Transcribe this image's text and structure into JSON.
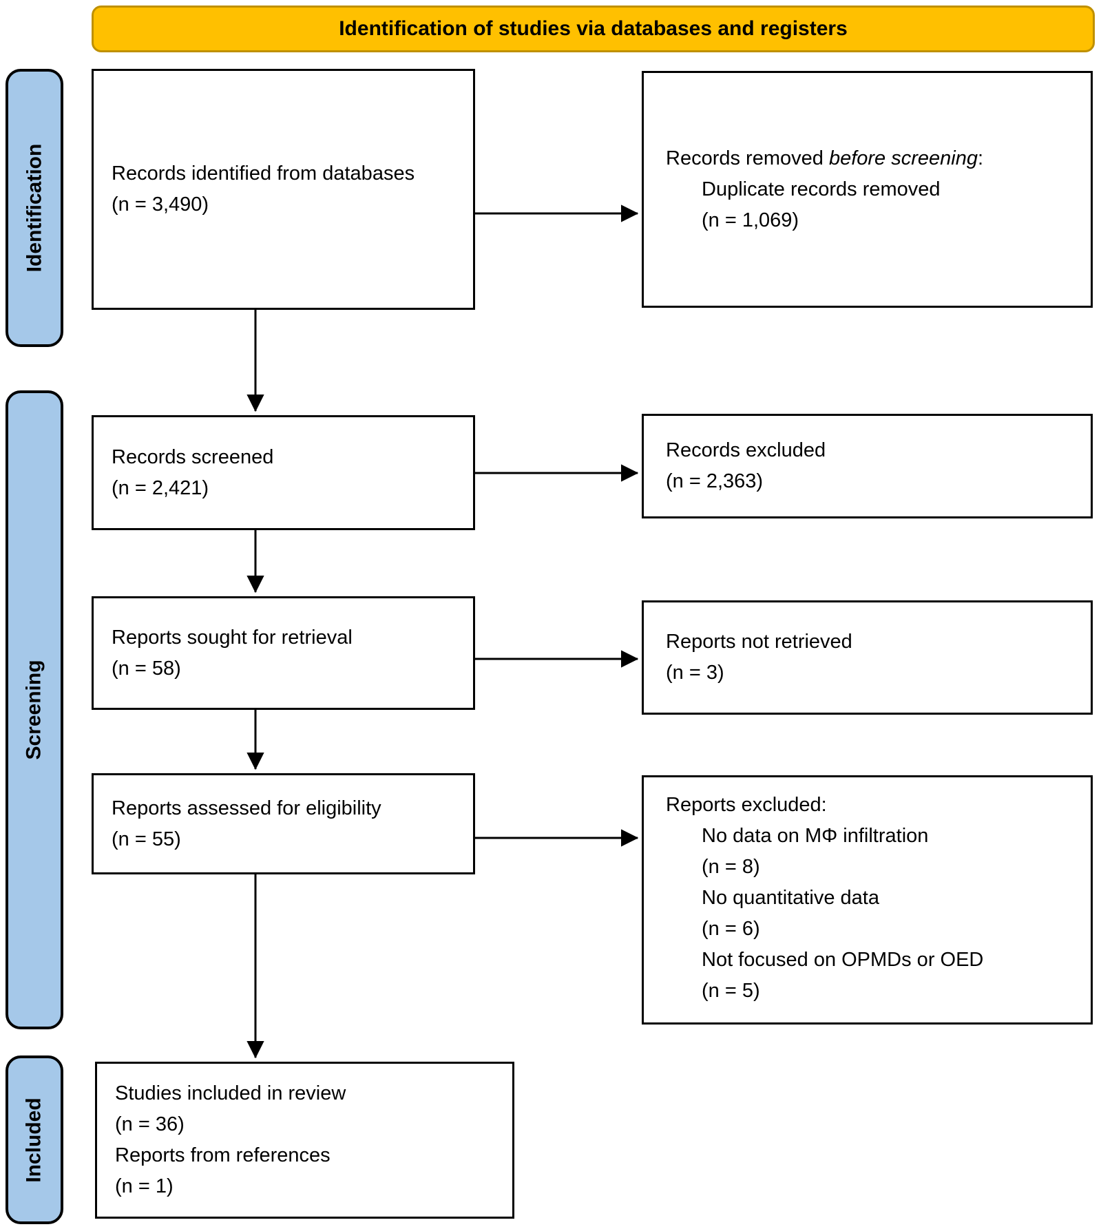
{
  "banner": {
    "title": "Identification of studies via databases and registers"
  },
  "stages": {
    "identification": "Identification",
    "screening": "Screening",
    "included": "Included"
  },
  "boxes": {
    "records_identified": {
      "line1": "Records identified from databases",
      "line2": "(n = 3,490)"
    },
    "records_removed": {
      "line1_normal": "Records removed ",
      "line1_italic": "before screening",
      "line1_suffix": ":",
      "line2": "Duplicate records removed",
      "line3": "(n = 1,069)"
    },
    "records_screened": {
      "line1": "Records screened",
      "line2": "(n = 2,421)"
    },
    "records_excluded": {
      "line1": "Records excluded",
      "line2": "(n = 2,363)"
    },
    "reports_sought": {
      "line1": "Reports sought for retrieval",
      "line2": "(n = 58)"
    },
    "reports_not_retrieved": {
      "line1": "Reports not retrieved",
      "line2": "(n = 3)"
    },
    "reports_assessed": {
      "line1": "Reports assessed for eligibility",
      "line2": "(n = 55)"
    },
    "reports_excluded": {
      "title": "Reports excluded:",
      "reasons": [
        {
          "label": "No data on MΦ infiltration",
          "count": "(n = 8)"
        },
        {
          "label": "No quantitative data",
          "count": "(n = 6)"
        },
        {
          "label": "Not focused on OPMDs or OED",
          "count": "(n = 5)"
        }
      ]
    },
    "studies_included": {
      "line1": "Studies included in review",
      "line2": "(n = 36)",
      "line3": "Reports from references",
      "line4": "(n = 1)"
    }
  },
  "colors": {
    "banner_fill": "#FFC000",
    "banner_border": "#BF9000",
    "stage_fill": "#A5C8E9",
    "box_border": "#000000"
  }
}
